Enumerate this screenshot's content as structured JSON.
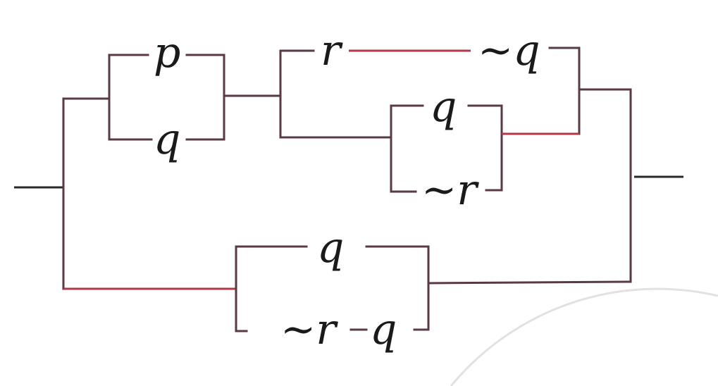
{
  "circuit": {
    "switches": {
      "p": "p",
      "q_left": "q",
      "r_top": "r",
      "not_q_top": "~q",
      "q_inner": "q",
      "not_r_inner": "~r",
      "q_bottom": "q",
      "not_r_bottom": "~r",
      "q_bottom_series": "q"
    },
    "wire_color": "#5a3a42",
    "accent_color": "#b03848"
  }
}
